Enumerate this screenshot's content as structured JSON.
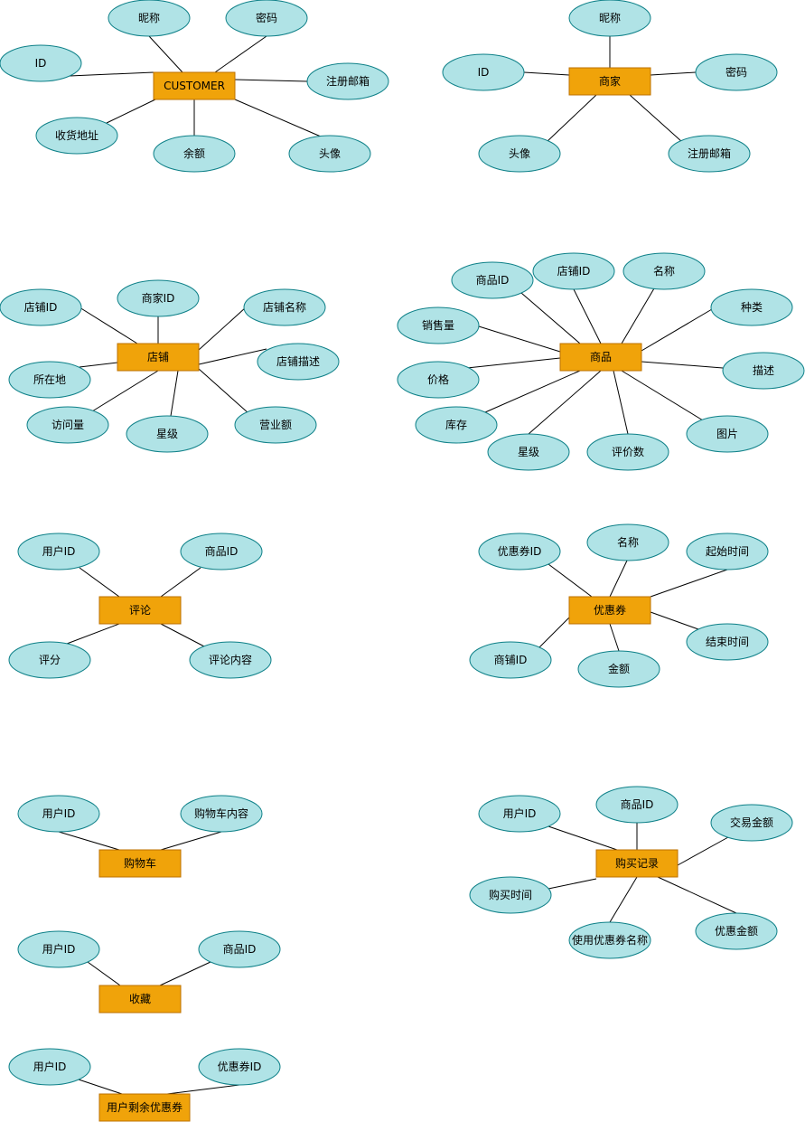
{
  "diagrams": [
    {
      "key": "customer",
      "entity": "CUSTOMER",
      "attributes": [
        "昵称",
        "密码",
        "ID",
        "注册邮箱",
        "收货地址",
        "余额",
        "头像"
      ]
    },
    {
      "key": "merchant",
      "entity": "商家",
      "attributes": [
        "昵称",
        "ID",
        "密码",
        "头像",
        "注册邮箱"
      ]
    },
    {
      "key": "shop",
      "entity": "店铺",
      "attributes": [
        "店铺ID",
        "商家ID",
        "店铺名称",
        "所在地",
        "店铺描述",
        "访问量",
        "星级",
        "营业额"
      ]
    },
    {
      "key": "product",
      "entity": "商品",
      "attributes": [
        "商品ID",
        "店铺ID",
        "名称",
        "销售量",
        "种类",
        "价格",
        "描述",
        "库存",
        "星级",
        "评价数",
        "图片"
      ]
    },
    {
      "key": "comment",
      "entity": "评论",
      "attributes": [
        "用户ID",
        "商品ID",
        "评分",
        "评论内容"
      ]
    },
    {
      "key": "coupon",
      "entity": "优惠券",
      "attributes": [
        "优惠券ID",
        "名称",
        "起始时间",
        "商铺ID",
        "金额",
        "结束时间"
      ]
    },
    {
      "key": "cart",
      "entity": "购物车",
      "attributes": [
        "用户ID",
        "购物车内容"
      ]
    },
    {
      "key": "purchase",
      "entity": "购买记录",
      "attributes": [
        "用户ID",
        "商品ID",
        "交易金额",
        "购买时间",
        "使用优惠券名称",
        "优惠金额"
      ]
    },
    {
      "key": "favorite",
      "entity": "收藏",
      "attributes": [
        "用户ID",
        "商品ID"
      ]
    },
    {
      "key": "user_coupon",
      "entity": "用户剩余优惠券",
      "attributes": [
        "用户ID",
        "优惠券ID"
      ]
    }
  ]
}
